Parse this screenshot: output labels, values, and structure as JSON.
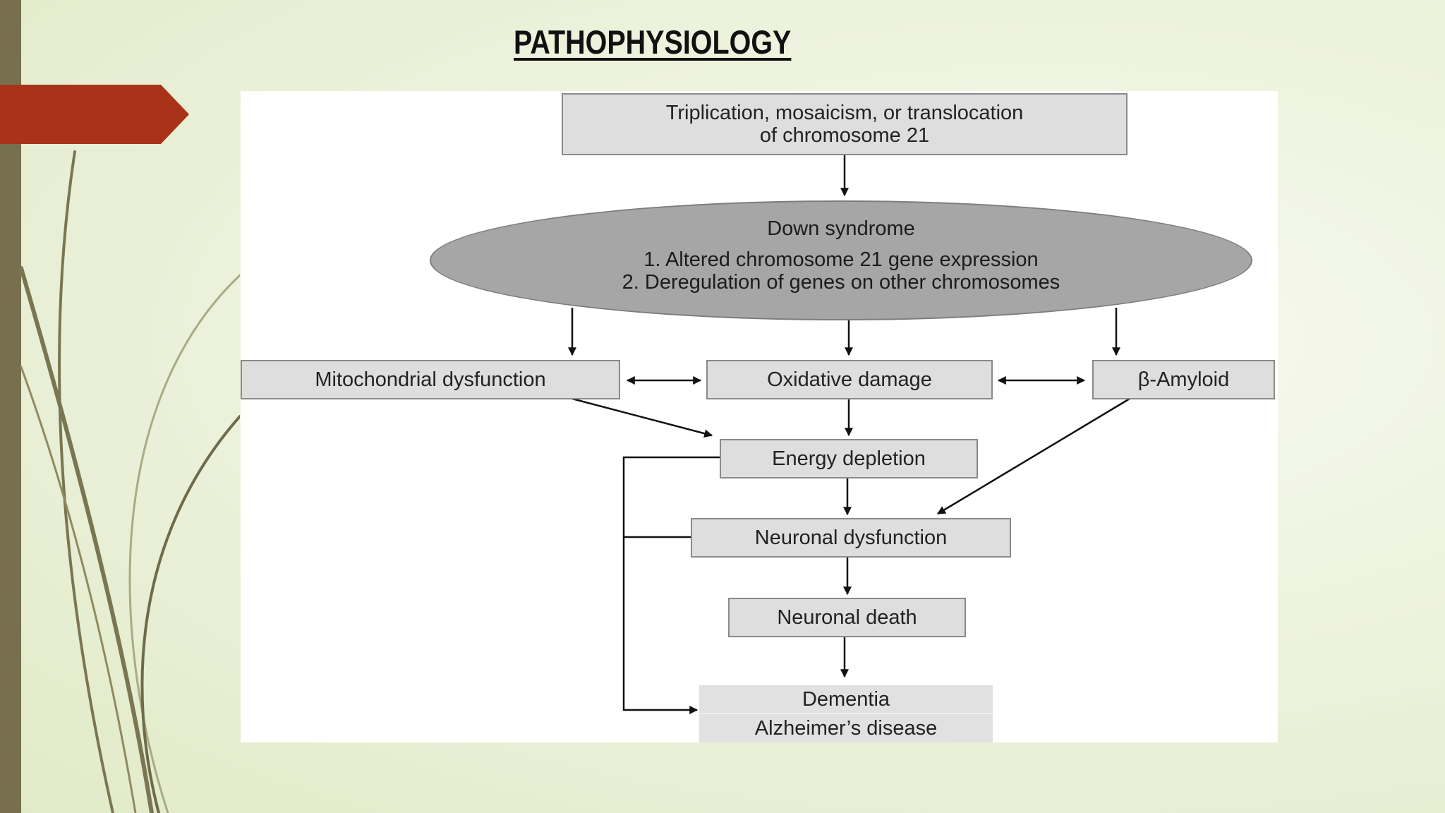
{
  "slide": {
    "title": "PATHOPHYSIOLOGY"
  },
  "colors": {
    "accent_tag": "#a93318",
    "left_bar": "#76704f",
    "box_fill": "#dedede",
    "ellipse_fill": "#a6a6a6"
  },
  "diagram": {
    "cause": {
      "line1": "Triplication, mosaicism, or translocation",
      "line2": "of chromosome 21"
    },
    "syndrome": {
      "title": "Down syndrome",
      "items": [
        "1. Altered chromosome 21 gene expression",
        "2. Deregulation of genes on other chromosomes"
      ]
    },
    "mito": "Mitochondrial dysfunction",
    "oxidative": "Oxidative damage",
    "amyloid": "β-Amyloid",
    "energy": "Energy depletion",
    "neuro_dys": "Neuronal dysfunction",
    "neuro_death": "Neuronal death",
    "dementia": "Dementia",
    "alzheimer": "Alzheimer’s disease"
  }
}
